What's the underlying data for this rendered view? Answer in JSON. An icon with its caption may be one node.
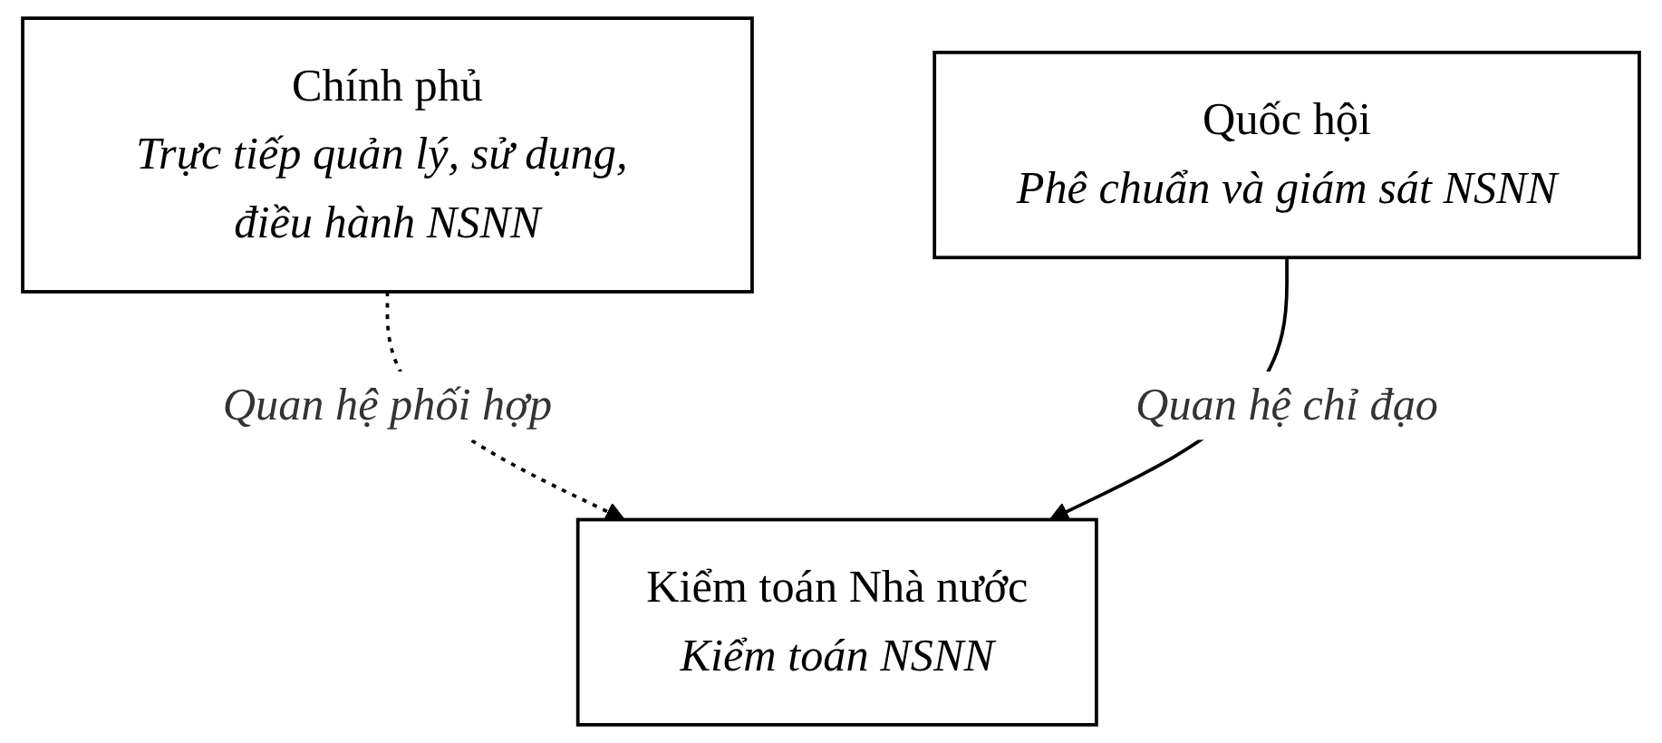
{
  "diagram": {
    "nodes": [
      {
        "text": [
          "Chính phủ",
          "Trực tiếp quản lý, sử dụng, điều hành NSNN"
        ]
      },
      {
        "text": [
          "Quốc hội",
          "Phê chuẩn và giám sát NSNN"
        ]
      },
      {
        "text": [
          "Kiểm toán Nhà nước",
          "Kiểm toán NSNN"
        ]
      }
    ],
    "edges": [
      {
        "from": 0,
        "to": 2,
        "arrow": "to",
        "label": "Quan hệ phối hợp",
        "style": "dashed"
      },
      {
        "from": 1,
        "to": 2,
        "arrow": "to",
        "label": "Quan hệ chỉ đạo"
      }
    ]
  }
}
